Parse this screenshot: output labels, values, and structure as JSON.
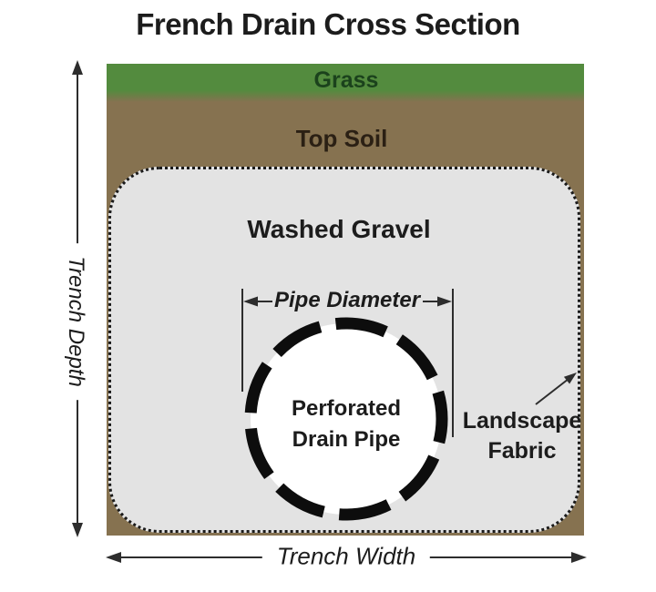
{
  "title": "French Drain Cross Section",
  "diagram": {
    "grass_label": "Grass",
    "top_soil_label": "Top Soil",
    "washed_gravel_label": "Washed Gravel",
    "pipe_label_line1": "Perforated",
    "pipe_label_line2": "Drain Pipe",
    "fabric_label_line1": "Landscape",
    "fabric_label_line2": "Fabric",
    "pipe_diameter_label": "Pipe Diameter",
    "trench_depth_label": "Trench Depth",
    "trench_width_label": "Trench Width"
  },
  "colors": {
    "grass-green": "#538b3e",
    "soil-brown": "#867250",
    "gravel-gray": "#e3e3e3",
    "grass-text": "#1b421c",
    "soil-text": "#2b2014",
    "ink": "#1c1c1c",
    "arrow": "#2d2d2d",
    "pipe-stroke": "#0d0d0d"
  }
}
